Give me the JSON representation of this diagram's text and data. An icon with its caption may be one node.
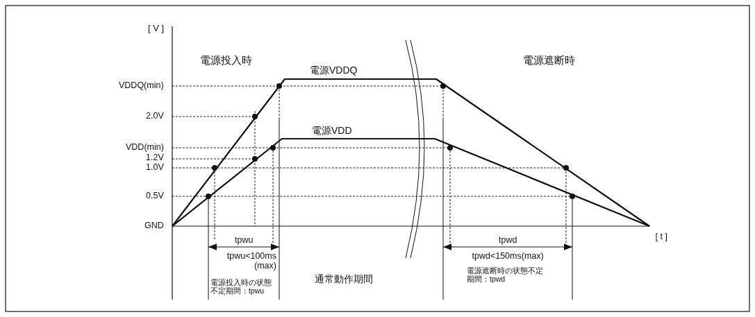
{
  "diagram": {
    "labels": [
      "[ V ]",
      "電源投入時",
      "電源遮断時",
      "電源VDDQ",
      "VDDQ(min)",
      "2.0V",
      "電源VDD",
      "VDD(min)",
      "1.2V",
      "1.0V",
      "0.5V",
      "GND",
      "tpwu",
      "tpwd",
      "[ t ]",
      "tpwu<100ms (max)",
      "tpwd<150ms(max)",
      "通常動作期間",
      "電源投入時の状態不定期間：tpwu",
      "電源遮断時の状態不定期間：tpwd"
    ]
  }
}
